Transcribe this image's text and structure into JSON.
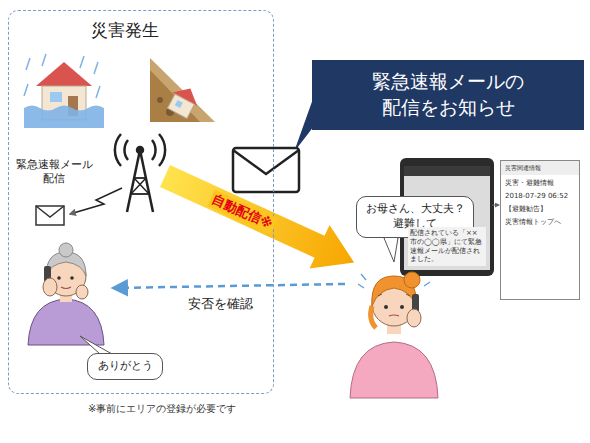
{
  "diagram": {
    "nodes": [
      {
        "text": [
          "災害発生"
        ]
      },
      {
        "text": [
          "ありがとう"
        ],
        "in": 0
      },
      {
        "text": [
          "緊急速報メールの 配信をお知らせ"
        ]
      },
      {
        "text": [
          "お母さん、大丈夫？ 避難して"
        ]
      },
      {
        "text": [
          "配信されている「××市の◯◯県」にて緊急速報メールが配信されました。"
        ]
      },
      {
        "text": [
          "災害関連情報",
          "災害・避難情報",
          "2018-07-29 06:52",
          "【避難勧告】",
          "災害情報トップへ"
        ]
      }
    ],
    "labels": [
      "緊急速報メール 配信",
      "自動配信※",
      "安否を確認",
      "※事前にエリアの登録が必要です"
    ]
  }
}
